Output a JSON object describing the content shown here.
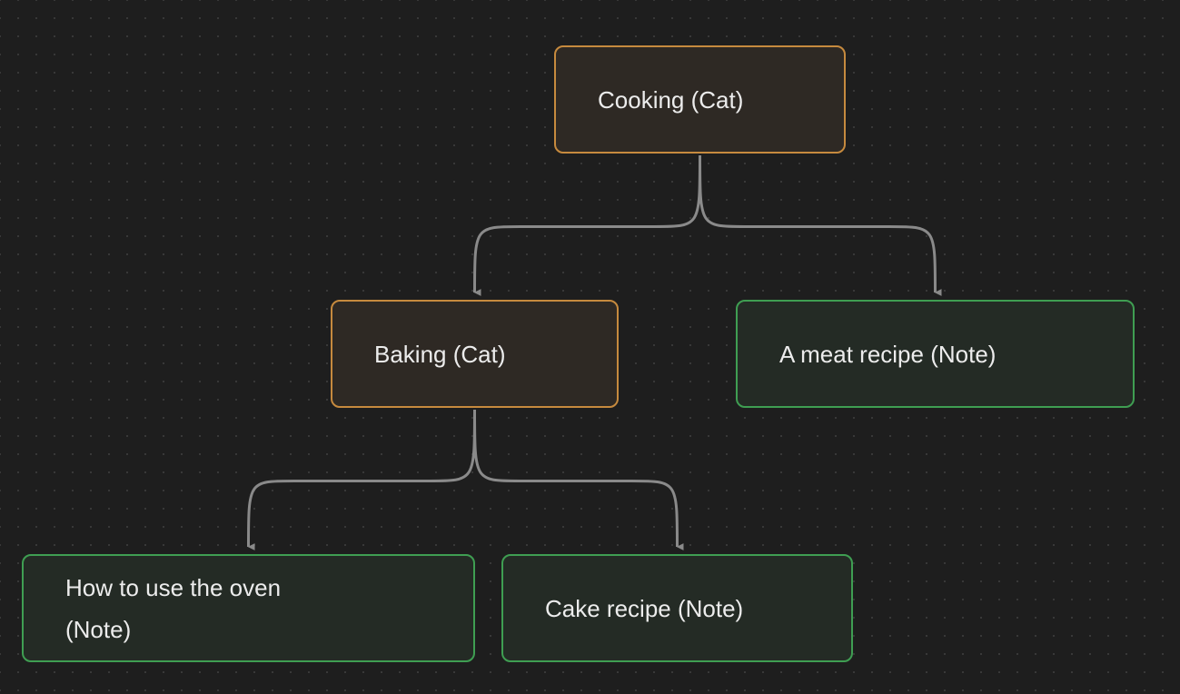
{
  "diagram": {
    "nodes": [
      {
        "id": "cooking",
        "label": "Cooking (Cat)",
        "kind": "category"
      },
      {
        "id": "baking",
        "label": "Baking (Cat)",
        "kind": "category"
      },
      {
        "id": "meat",
        "label": "A meat recipe (Note)",
        "kind": "note"
      },
      {
        "id": "oven",
        "label": "How to use the oven (Note)",
        "kind": "note"
      },
      {
        "id": "cake",
        "label": "Cake recipe (Note)",
        "kind": "note"
      }
    ],
    "edges": [
      {
        "from": "cooking",
        "to": "baking"
      },
      {
        "from": "cooking",
        "to": "meat"
      },
      {
        "from": "baking",
        "to": "oven"
      },
      {
        "from": "baking",
        "to": "cake"
      }
    ]
  },
  "colors": {
    "background": "#1e1e1e",
    "grid_dot": "#3a3a3a",
    "category_border": "#c68a3e",
    "category_fill": "#2e2924",
    "note_border": "#3f9e52",
    "note_fill": "#242b25",
    "edge": "#8a8a8a",
    "text": "#ececec"
  }
}
